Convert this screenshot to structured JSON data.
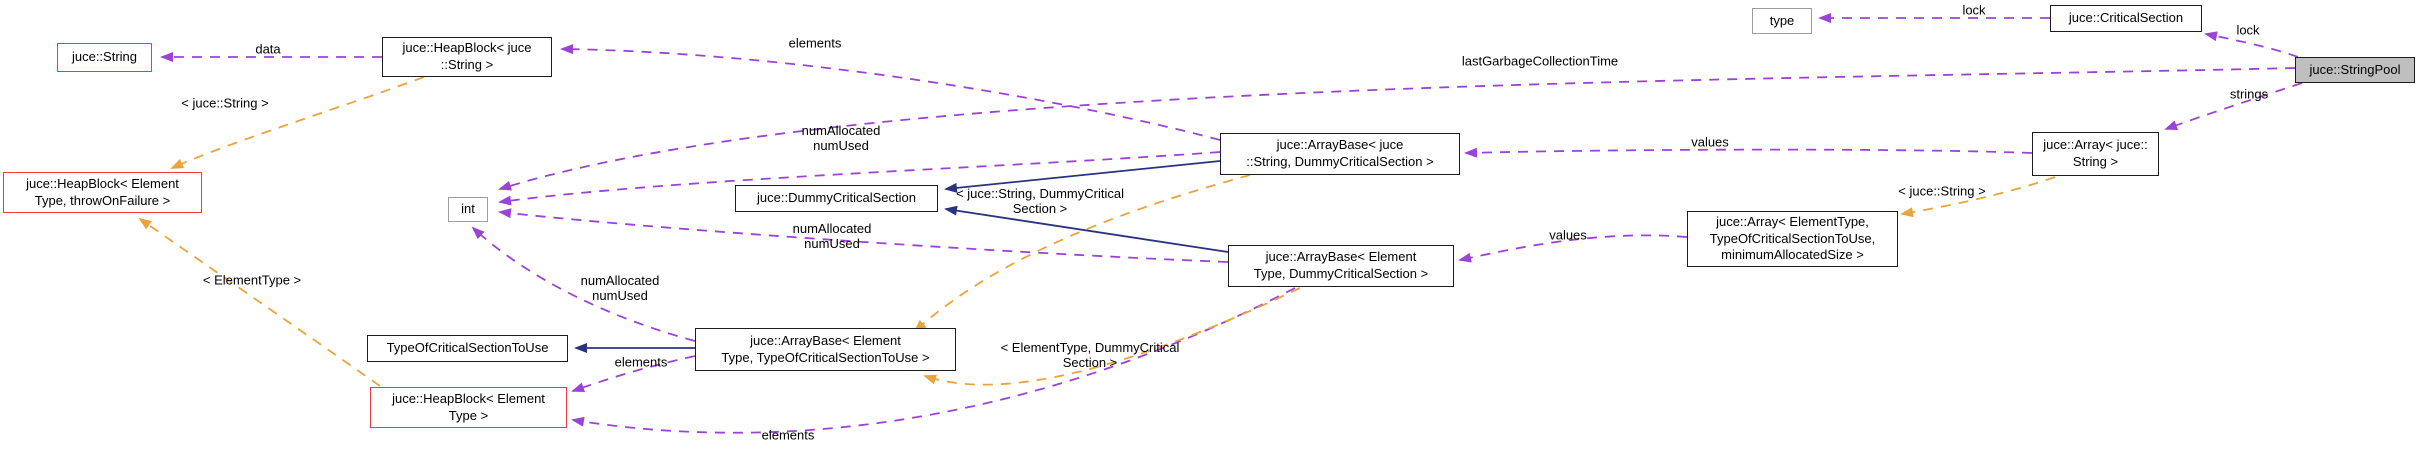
{
  "nodes": {
    "juce_string": {
      "label": "juce::String"
    },
    "heapblock_juce_string": {
      "label": "juce::HeapBlock< juce\n::String >"
    },
    "type": {
      "label": "type"
    },
    "critical_section": {
      "label": "juce::CriticalSection"
    },
    "string_pool": {
      "label": "juce::StringPool"
    },
    "heapblock_element_throw": {
      "label": "juce::HeapBlock< Element\nType, throwOnFailure >"
    },
    "int": {
      "label": "int"
    },
    "dummy_critical_section": {
      "label": "juce::DummyCriticalSection"
    },
    "arraybase_string_dummy": {
      "label": "juce::ArrayBase< juce\n::String, DummyCriticalSection >"
    },
    "arraybase_element_dummy": {
      "label": "juce::ArrayBase< Element\nType, DummyCriticalSection >"
    },
    "array_juce_string": {
      "label": "juce::Array< juce::\nString >"
    },
    "array_elementtype": {
      "label": "juce::Array< ElementType,\nTypeOfCriticalSectionToUse,\nminimumAllocatedSize >"
    },
    "typeof_critical_section": {
      "label": "TypeOfCriticalSectionToUse"
    },
    "arraybase_element_typeof": {
      "label": "juce::ArrayBase< Element\nType, TypeOfCriticalSectionToUse >"
    },
    "heapblock_elementtype": {
      "label": "juce::HeapBlock< Element\nType >"
    }
  },
  "edge_labels": {
    "data": "data",
    "elements_top": "elements",
    "tmpl_juce_string_1": "< juce::String >",
    "num_allocated_1": "numAllocated\nnumUsed",
    "num_allocated_2": "numAllocated\nnumUsed",
    "num_allocated_3": "numAllocated\nnumUsed",
    "last_garbage": "lastGarbageCollectionTime",
    "lock_1": "lock",
    "lock_2": "lock",
    "strings": "strings",
    "values_1": "values",
    "values_2": "values",
    "tmpl_string_dummy": "< juce::String, DummyCritical\nSection >",
    "tmpl_element_dummy": "< ElementType, DummyCritical\nSection >",
    "tmpl_juce_string_2": "< juce::String >",
    "tmpl_elementtype": "< ElementType >",
    "elements_2": "elements",
    "elements_3": "elements"
  },
  "colors": {
    "purple": "#9b43d7",
    "orange": "#eba43b",
    "blue": "#2a3380",
    "red": "#ee3b3b",
    "border": "#1c1c1c",
    "gray_border": "#9c9c9c",
    "stringpool_fill": "#bfbfbf",
    "bg": "#ffffff",
    "text": "#000000"
  }
}
